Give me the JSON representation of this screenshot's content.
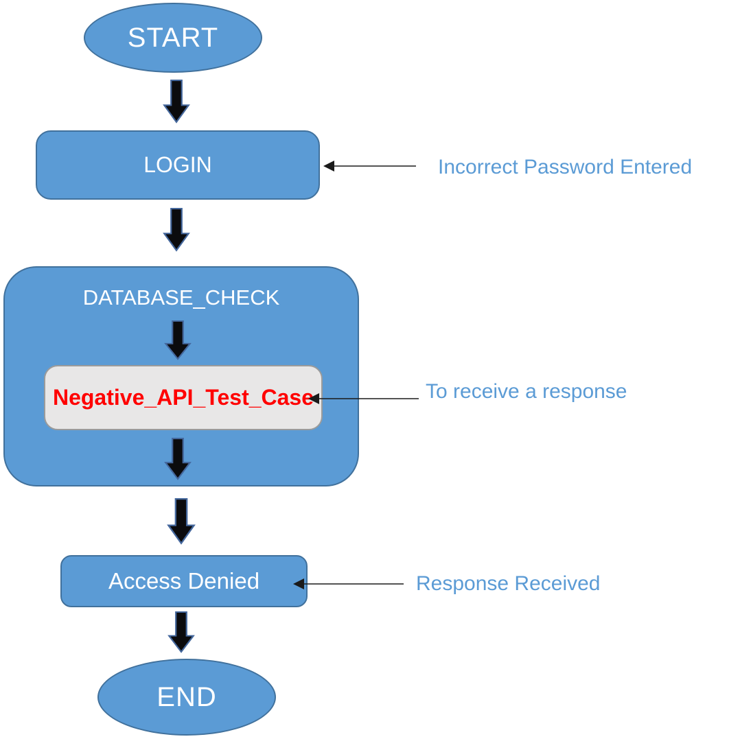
{
  "diagram": {
    "type": "flowchart",
    "nodes": {
      "start": {
        "label": "START",
        "shape": "ellipse"
      },
      "login": {
        "label": "LOGIN",
        "shape": "rounded-rectangle"
      },
      "database_check": {
        "label": "DATABASE_CHECK",
        "shape": "rounded-container"
      },
      "negative_api": {
        "label": "Negative_API_Test_Case",
        "shape": "rounded-rectangle"
      },
      "access_denied": {
        "label": "Access Denied",
        "shape": "rounded-rectangle"
      },
      "end": {
        "label": "END",
        "shape": "ellipse"
      }
    },
    "flow_order": [
      "START",
      "LOGIN",
      "DATABASE_CHECK",
      "Negative_API_Test_Case",
      "Access Denied",
      "END"
    ],
    "annotations": [
      {
        "label": "Incorrect Password Entered",
        "target": "login"
      },
      {
        "label": "To receive a response",
        "target": "negative_api"
      },
      {
        "label": "Response Received",
        "target": "access_denied"
      }
    ],
    "colors": {
      "node_fill": "#5b9bd5",
      "node_border": "#41719c",
      "node_text": "#ffffff",
      "subnode_fill": "#e8e7e7",
      "subnode_border": "#9b9b9b",
      "subnode_text": "#ff0000",
      "annotation_text": "#5b9bd5",
      "annotation_line": "#1a1a1a",
      "arrow_fill": "#0b0b0d",
      "arrow_outline": "#44679c"
    }
  }
}
